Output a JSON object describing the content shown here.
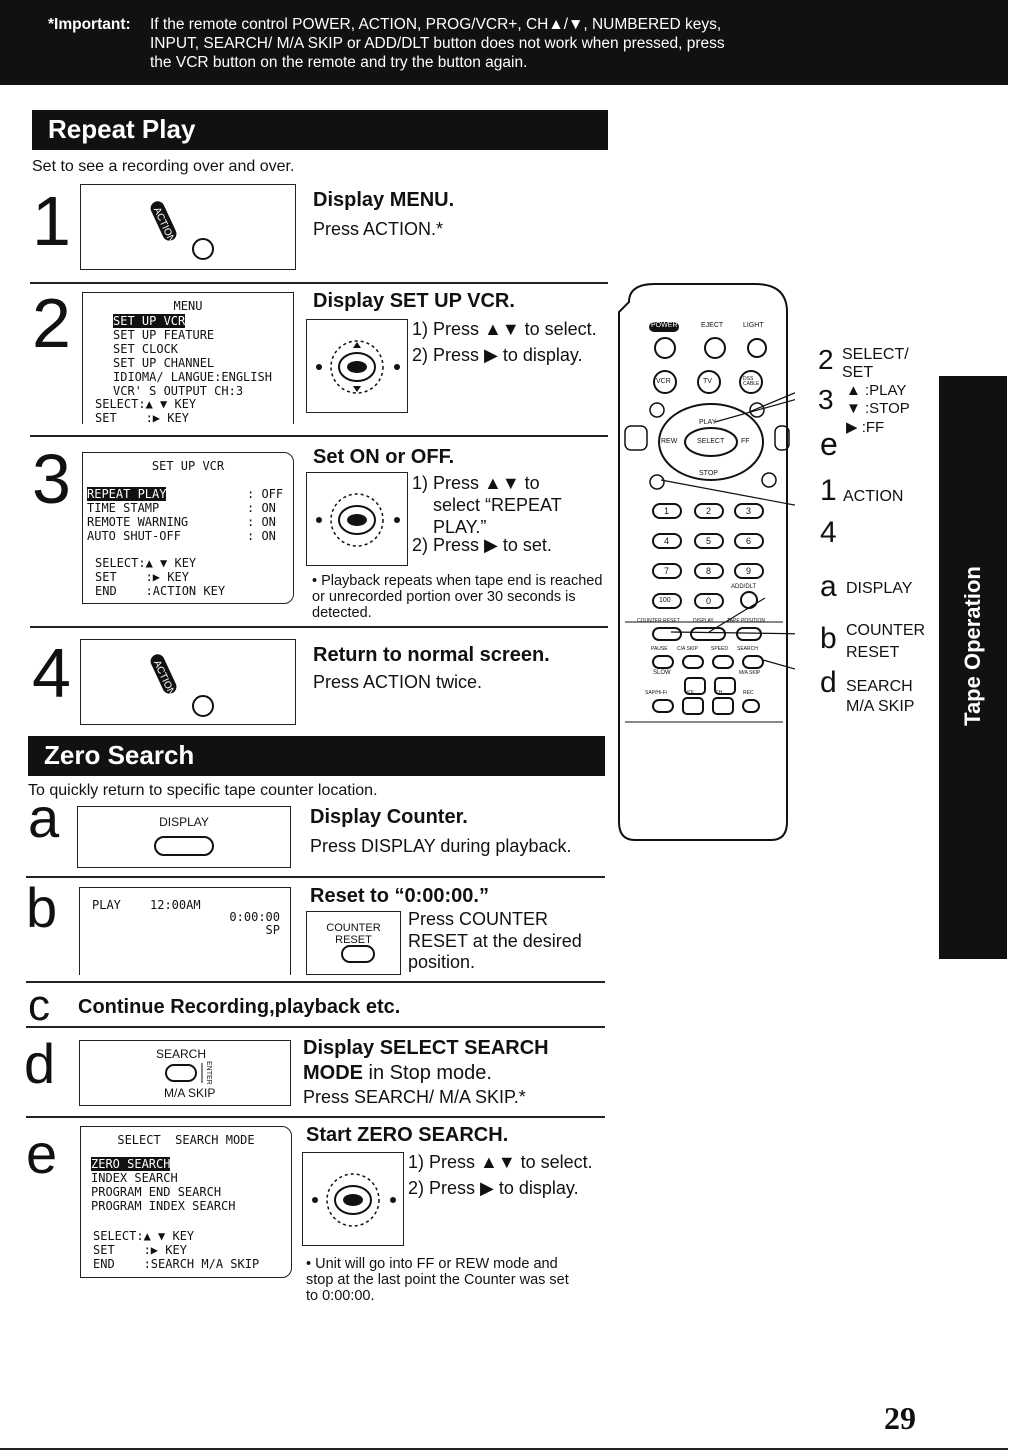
{
  "notice": {
    "label": "*Important:",
    "lines": [
      "If the remote control POWER, ACTION, PROG/VCR+, CH▲/▼, NUMBERED keys,",
      "INPUT, SEARCH/ M/A SKIP or ADD/DLT button does not work when pressed, press",
      "the VCR button on the remote and try the button again."
    ]
  },
  "repeat_play": {
    "title": "Repeat Play",
    "intro": "Set to see a recording over and over.",
    "steps": [
      {
        "num": "1",
        "title": "Display MENU.",
        "text": "Press ACTION.*",
        "icon_label": "ACTION"
      },
      {
        "num": "2",
        "title": "Display SET UP VCR.",
        "lines": [
          "1) Press ▲▼ to select.",
          "2) Press ▶ to display."
        ],
        "screen": {
          "header": "MENU",
          "selected": "SET UP VCR",
          "items": [
            "SET UP FEATURE",
            "SET CLOCK",
            "SET UP CHANNEL",
            "IDIOMA/ LANGUE:ENGLISH",
            "VCR' S OUTPUT CH:3"
          ],
          "footer": [
            "SELECT:▲ ▼ KEY",
            "SET    :▶ KEY"
          ]
        }
      },
      {
        "num": "3",
        "title": "Set ON or OFF.",
        "lines": [
          "1) Press ▲▼ to",
          "select “REPEAT",
          "PLAY.”",
          "2) Press ▶ to set."
        ],
        "note": "• Playback repeats when tape end is reached or unrecorded portion over 30 seconds is detected.",
        "screen": {
          "header": "SET UP VCR",
          "rows": [
            {
              "label": "REPEAT PLAY",
              "value": ": OFF",
              "selected": true
            },
            {
              "label": "TIME STAMP",
              "value": ": ON"
            },
            {
              "label": "REMOTE WARNING",
              "value": ": ON"
            },
            {
              "label": "AUTO SHUT-OFF",
              "value": ": ON"
            }
          ],
          "footer": [
            "SELECT:▲ ▼ KEY",
            "SET    :▶ KEY",
            "END    :ACTION KEY"
          ]
        }
      },
      {
        "num": "4",
        "title": "Return to normal screen.",
        "text": "Press ACTION twice.",
        "icon_label": "ACTION"
      }
    ]
  },
  "zero_search": {
    "title": "Zero Search",
    "intro": "To quickly return to specific tape counter location.",
    "steps": [
      {
        "num": "a",
        "title": "Display Counter.",
        "text": "Press DISPLAY during playback.",
        "icon_label": "DISPLAY"
      },
      {
        "num": "b",
        "title": "Reset  to “0:00:00.”",
        "lines": [
          "Press COUNTER",
          "RESET at the desired",
          "position."
        ],
        "icon_label": "COUNTER RESET",
        "screen": {
          "play": "PLAY",
          "time": "12:00AM",
          "counter": "0:00:00",
          "speed": "SP"
        }
      },
      {
        "num": "c",
        "title": "Continue Recording,playback etc."
      },
      {
        "num": "d",
        "title_bold": "Display  SELECT SEARCH",
        "title_bold2": "MODE",
        "title_rest": " in Stop mode.",
        "text": "Press SEARCH/ M/A SKIP.*",
        "icon_top": "SEARCH",
        "icon_bottom": "M/A SKIP",
        "icon_side": "ENTER"
      },
      {
        "num": "e",
        "title": "Start ZERO SEARCH.",
        "lines": [
          "1) Press ▲▼ to select.",
          "2) Press ▶ to display."
        ],
        "note": "• Unit will go into FF or REW mode and stop at the last point the Counter was set to 0:00:00.",
        "screen": {
          "header": "SELECT  SEARCH MODE",
          "selected": "ZERO SEARCH",
          "items": [
            "INDEX SEARCH",
            "PROGRAM END SEARCH",
            "PROGRAM INDEX SEARCH"
          ],
          "footer": [
            "SELECT:▲ ▼ KEY",
            "SET    :▶ KEY",
            "END    :SEARCH M/A SKIP"
          ]
        }
      }
    ]
  },
  "remote": {
    "buttons": {
      "power": "POWER",
      "eject": "EJECT",
      "light": "LIGHT",
      "vcr": "VCR",
      "tv": "TV",
      "dss": "DSS CABLE",
      "play": "PLAY",
      "rew": "REW",
      "ff": "FF",
      "stop": "STOP",
      "select": "SELECT",
      "nums": [
        "1",
        "2",
        "3",
        "4",
        "5",
        "6",
        "7",
        "8",
        "9",
        "100",
        "0"
      ],
      "add_dlt": "ADD/DLT",
      "row_labels": [
        "COUNTER RESET",
        "DISPLAY",
        "TAPE POSITION"
      ],
      "row2_labels": [
        "PAUSE",
        "C/A SKIP",
        "SPEED",
        "SEARCH"
      ],
      "slow": "SLOW",
      "ma_skip": "M/A SKIP",
      "sap": "SAP/Hi-Fi",
      "vol": "VOL",
      "ch": "CH",
      "rec": "REC"
    },
    "callouts": {
      "select_set": [
        "SELECT/",
        "SET"
      ],
      "play": "▲ :PLAY",
      "stop": "▼ :STOP",
      "ff": "▶ :FF",
      "action": "ACTION",
      "display": "DISPLAY",
      "counter_reset": [
        "COUNTER",
        "RESET"
      ],
      "search": [
        "SEARCH",
        "M/A SKIP"
      ],
      "nums": {
        "two": "2",
        "three": "3",
        "e": "e",
        "one": "1",
        "four": "4",
        "a": "a",
        "b": "b",
        "d": "d"
      }
    }
  },
  "sidebar": "Tape Operation",
  "page_number": "29"
}
